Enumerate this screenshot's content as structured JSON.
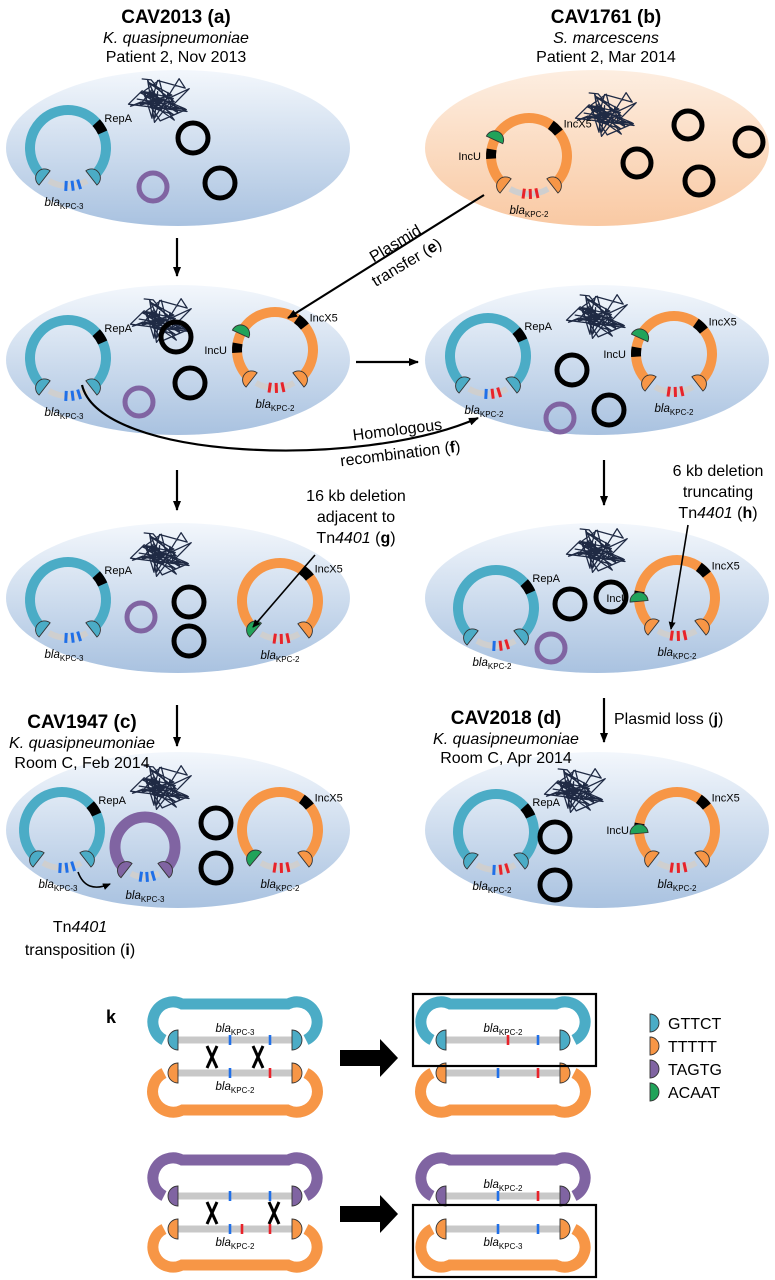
{
  "colors": {
    "blue_plasmid": "#4bacc6",
    "orange_plasmid": "#f79646",
    "purple_plasmid": "#8064a2",
    "green_site": "#21a35a",
    "blue_cell": "#a9c2e0",
    "orange_cell": "#fbd4b4",
    "blue_mark": "#1f6fe8",
    "red_mark": "#e8232a"
  },
  "panels": {
    "a": {
      "title": "CAV2013 (a)",
      "species": "K. quasipneumoniae",
      "subtitle": "Patient 2, Nov 2013"
    },
    "b": {
      "title": "CAV1761 (b)",
      "species": "S. marcescens",
      "subtitle": "Patient 2, Mar 2014"
    },
    "c": {
      "title": "CAV1947 (c)",
      "species": "K. quasipneumoniae",
      "subtitle": "Room C, Feb 2014"
    },
    "d": {
      "title": "CAV2018 (d)",
      "species": "K. quasipneumoniae",
      "subtitle": "Room C, Apr 2014"
    }
  },
  "labels": {
    "repa": "RepA",
    "incx5": "IncX5",
    "incu": "IncU",
    "bla": "bla",
    "kpc3": "KPC-3",
    "kpc2": "KPC-2"
  },
  "events": {
    "e": {
      "line1": "Plasmid",
      "line2": "transfer (",
      "letter": "e",
      "close": ")"
    },
    "f": {
      "line1": "Homologous",
      "line2": "recombination (",
      "letter": "f",
      "close": ")"
    },
    "g": {
      "line1": "16 kb deletion",
      "line2": "adjacent to",
      "line3a": "Tn",
      "line3b": "4401",
      "line3c": " (",
      "letter": "g",
      "close": ")"
    },
    "h": {
      "line1": "6 kb deletion",
      "line2": "truncating",
      "line3a": "Tn",
      "line3b": "4401",
      "line3c": " (",
      "letter": "h",
      "close": ")"
    },
    "i": {
      "line1a": "Tn",
      "line1b": "4401",
      "line2": "transposition (",
      "letter": "i",
      "close": ")"
    },
    "j": {
      "text": "Plasmid loss (",
      "letter": "j",
      "close": ")"
    }
  },
  "panel_k": {
    "label": "k"
  },
  "legend": [
    {
      "seq": "GTTCT",
      "color": "#4bacc6"
    },
    {
      "seq": "TTTTT",
      "color": "#f79646"
    },
    {
      "seq": "TAGTG",
      "color": "#8064a2"
    },
    {
      "seq": "ACAAT",
      "color": "#21a35a"
    }
  ]
}
